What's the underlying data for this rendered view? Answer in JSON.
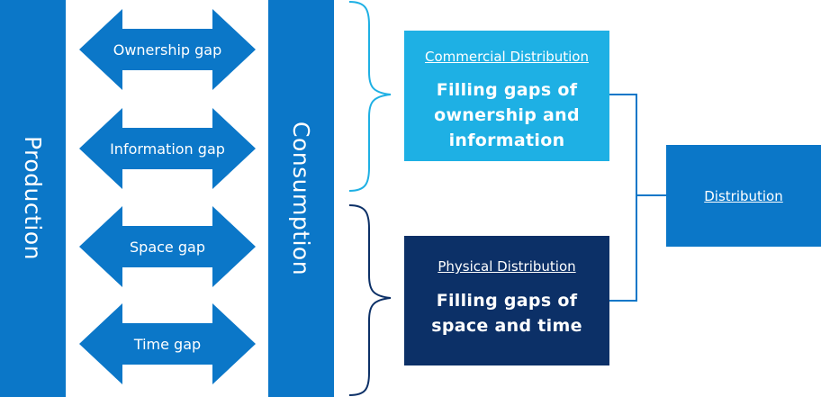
{
  "production_label": "Production",
  "consumption_label": "Consumption",
  "gaps": [
    {
      "label": "Ownership gap"
    },
    {
      "label": "Information gap"
    },
    {
      "label": "Space gap"
    },
    {
      "label": "Time gap"
    }
  ],
  "commercial": {
    "title": "Commercial Distribution",
    "line1": "Filling gaps of",
    "line2": "ownership and",
    "line3": "information"
  },
  "physical": {
    "title": "Physical Distribution",
    "line1": "Filling gaps of",
    "line2": "space and time"
  },
  "distribution_label": "Distribution",
  "colors": {
    "mid_blue": "#0b77c8",
    "light_blue": "#1eb0e4",
    "navy": "#0c3067"
  }
}
